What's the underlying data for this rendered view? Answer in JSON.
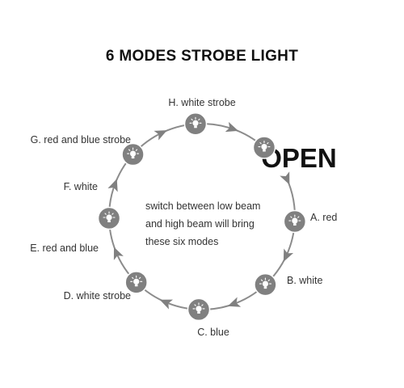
{
  "title": "6 MODES STROBE LIGHT",
  "open_label": "OPEN",
  "center_text": [
    "switch between low beam",
    "and high beam will bring",
    "these six modes"
  ],
  "modes": [
    {
      "label": "A. red"
    },
    {
      "label": "B. white"
    },
    {
      "label": "C. blue"
    },
    {
      "label": "D. white strobe"
    },
    {
      "label": "E. red and blue"
    },
    {
      "label": "F. white"
    },
    {
      "label": "G. red and blue strobe"
    },
    {
      "label": "H. white strobe"
    }
  ],
  "colors": {
    "node_fill": "#808080",
    "ring_stroke": "#8c8c8c",
    "arrow_fill": "#808080",
    "bulb_color": "#ffffff"
  },
  "icons": {
    "node": "light-bulb-icon",
    "flow": "arrow-icon"
  }
}
